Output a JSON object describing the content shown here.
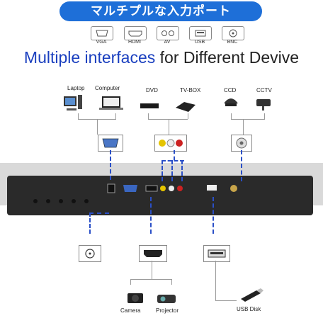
{
  "header": {
    "banner": "マルチプルな入力ポート"
  },
  "ports": [
    {
      "label": "VGA",
      "icon": "vga-port-icon"
    },
    {
      "label": "HDMI",
      "icon": "hdmi-port-icon"
    },
    {
      "label": "AV",
      "icon": "av-port-icon"
    },
    {
      "label": "USB",
      "icon": "usb-port-icon"
    },
    {
      "label": "BNC",
      "icon": "bnc-port-icon"
    }
  ],
  "headline": {
    "highlight": "Multiple interfaces",
    "rest": " for Different Devive"
  },
  "devices_top": {
    "laptop": "Laptop",
    "computer": "Computer",
    "dvd": "DVD",
    "tvbox": "TV-BOX",
    "ccd": "CCD",
    "cctv": "CCTV"
  },
  "devices_bottom": {
    "camera": "Camera",
    "projector": "Projector",
    "usb_disk": "USB Disk"
  },
  "colors": {
    "banner": "#1e6fd8",
    "headline_highlight": "#1a3fbf",
    "dash": "#2a4fc7",
    "monitor": "#2a2a2a"
  }
}
